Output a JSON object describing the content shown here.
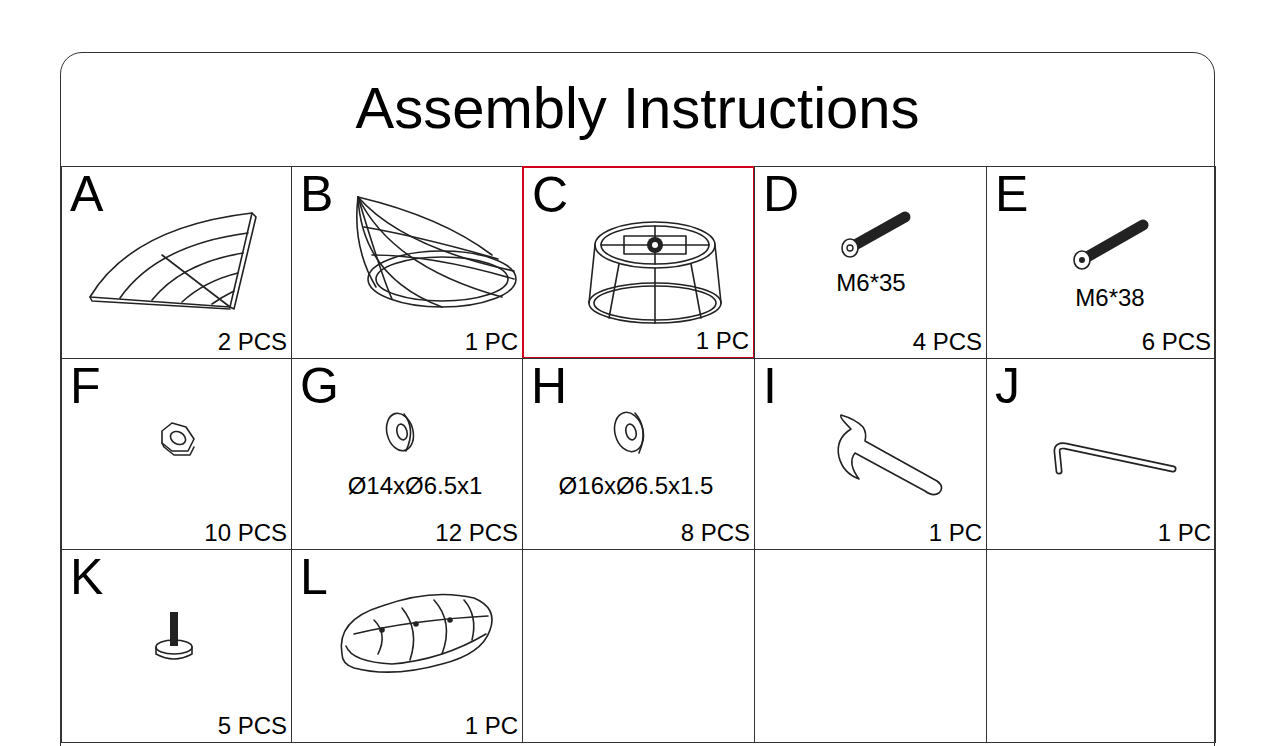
{
  "diagram": {
    "title": "Assembly Instructions",
    "nodes": [
      {
        "text": [
          "Assembly Instructions"
        ]
      },
      {
        "text": [
          "A",
          "2 PCS"
        ],
        "in": 0
      },
      {
        "text": [
          "B",
          "1 PC"
        ],
        "in": 0
      },
      {
        "text": [
          "C",
          "1 PC"
        ],
        "in": 0
      },
      {
        "text": [
          "D",
          "M6*35",
          "4 PCS"
        ],
        "in": 0
      },
      {
        "text": [
          "E",
          "M6*38",
          "6 PCS"
        ],
        "in": 0
      },
      {
        "text": [
          "F",
          "10 PCS"
        ],
        "in": 0
      },
      {
        "text": [
          "G",
          "Ø14xØ6.5x1",
          "12 PCS"
        ],
        "in": 0
      },
      {
        "text": [
          "H",
          "Ø16xØ6.5x1.5",
          "8 PCS"
        ],
        "in": 0
      },
      {
        "text": [
          "I",
          "1 PC"
        ],
        "in": 0
      },
      {
        "text": [
          "J",
          "1 PC"
        ],
        "in": 0
      },
      {
        "text": [
          "K",
          "5 PCS"
        ],
        "in": 0
      },
      {
        "text": [
          "L",
          "1 PC"
        ],
        "in": 0
      }
    ]
  }
}
